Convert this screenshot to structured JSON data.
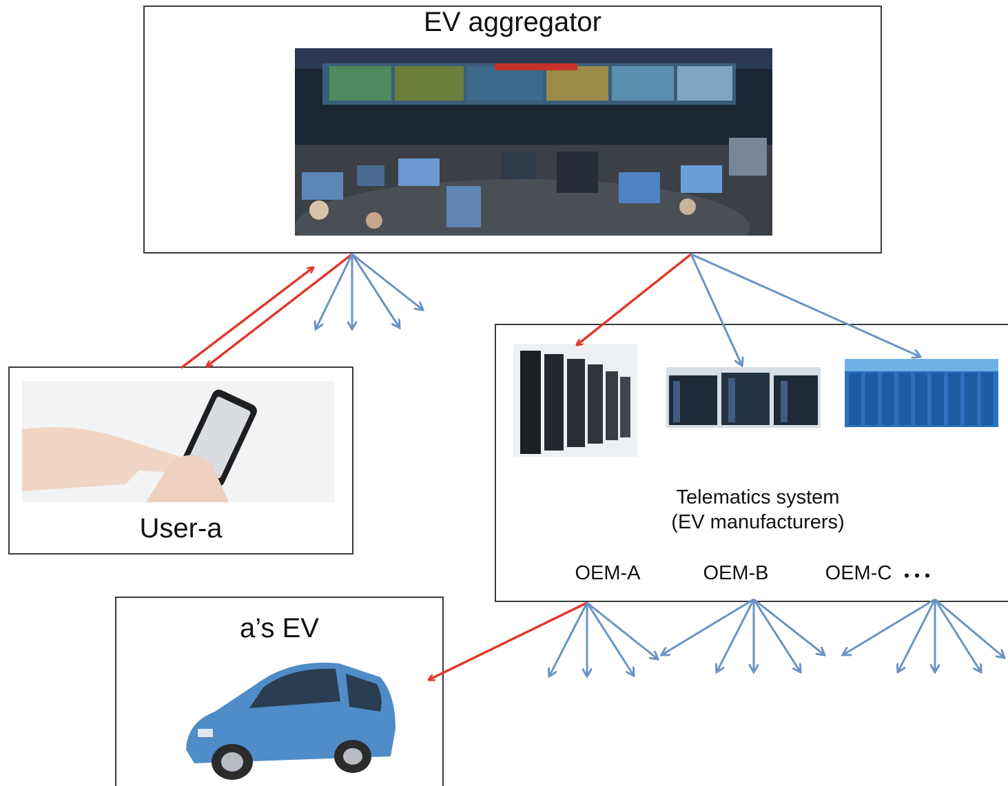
{
  "aggregator": {
    "title": "EV aggregator"
  },
  "user": {
    "label": "User-a"
  },
  "ev": {
    "label": "a’s EV"
  },
  "telematics": {
    "title_line1": "Telematics system",
    "title_line2": "(EV manufacturers)",
    "oems": [
      "OEM-A",
      "OEM-B",
      "OEM-C"
    ],
    "more": "･･･"
  },
  "colors": {
    "red_arrow": "#e0392a",
    "blue_arrow": "#6a93c4",
    "box_border": "#3a3a3a"
  }
}
